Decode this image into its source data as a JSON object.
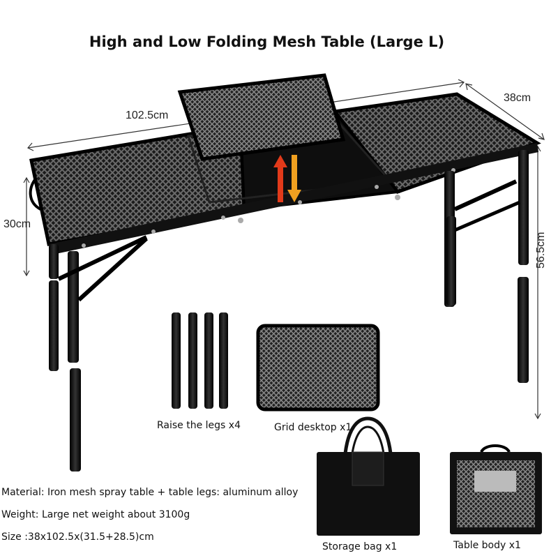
{
  "title": "High and Low Folding Mesh Table (Large L)",
  "dimensions": {
    "length": "102.5cm",
    "depth": "38cm",
    "low_height": "30cm",
    "high_height": "56.5cm"
  },
  "components": {
    "legs": "Raise the legs x4",
    "grid": "Grid desktop x1",
    "bag": "Storage bag x1",
    "body": "Table body x1"
  },
  "specs": {
    "material": "Material: Iron mesh spray table + table legs: aluminum alloy",
    "weight": "Weight: Large net weight about 3100g",
    "size": "Size :38x102.5x(31.5+28.5)cm"
  },
  "colors": {
    "frame": "#111111",
    "arrow_up": "#e23a1a",
    "arrow_down": "#f0a020"
  }
}
